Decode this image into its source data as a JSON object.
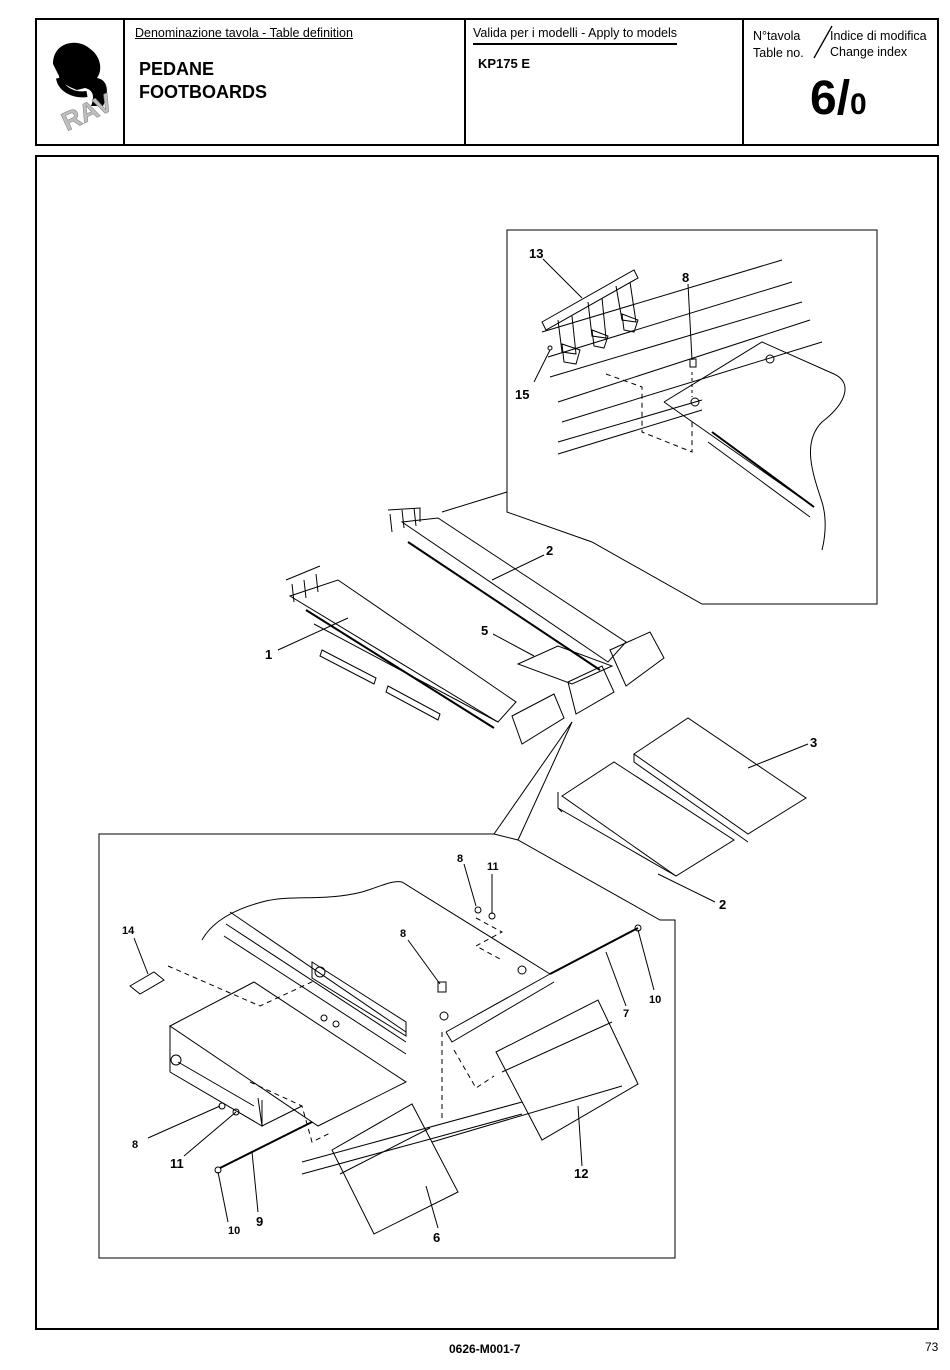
{
  "header": {
    "logo_text": "RAV",
    "definition_label": "Denominazione tavola - Table definition",
    "title_line1": "PEDANE",
    "title_line2": "FOOTBOARDS",
    "models_label": "Valida per i modelli - Apply to models",
    "model": "KP175 E",
    "table_no_it": "N°tavola",
    "table_no_en": "Table no.",
    "change_index_it": "Indice di modifica",
    "change_index_en": "Change index",
    "table_number": "6/",
    "change_number": "0"
  },
  "callouts": [
    "13",
    "8",
    "15",
    "2",
    "5",
    "1",
    "3",
    "2",
    "8",
    "11",
    "14",
    "8",
    "7",
    "10",
    "8",
    "11",
    "12",
    "9",
    "10",
    "6"
  ],
  "footer": {
    "code": "0626-M001-7",
    "page": "73"
  }
}
